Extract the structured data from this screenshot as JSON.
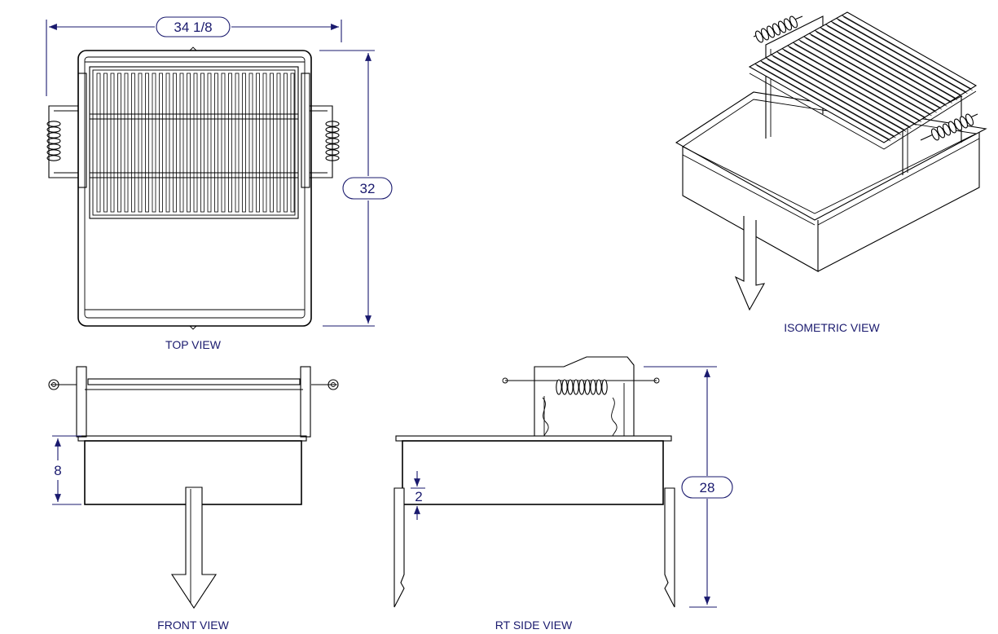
{
  "colors": {
    "ink": "#000000",
    "dimension_ink": "#1a1a6e",
    "background": "#ffffff"
  },
  "views": {
    "top": {
      "label": "TOP VIEW"
    },
    "isometric": {
      "label": "ISOMETRIC VIEW"
    },
    "front": {
      "label": "FRONT VIEW"
    },
    "side": {
      "label": "RT SIDE VIEW"
    }
  },
  "dimensions": {
    "width": "34 1/8",
    "depth": "32",
    "pan_height": "8",
    "leg_inset": "2",
    "overall_height": "28"
  }
}
